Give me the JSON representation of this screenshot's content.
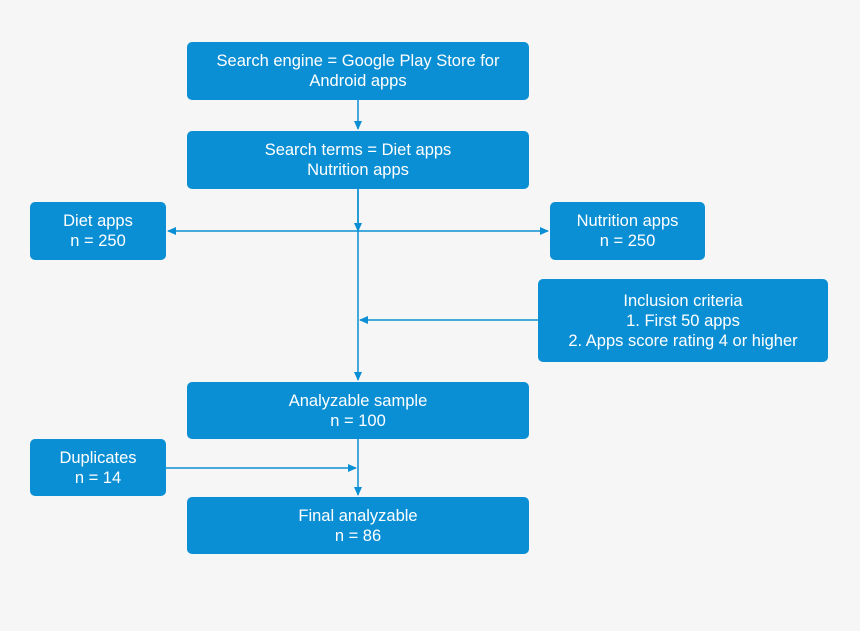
{
  "colors": {
    "background": "#f6f6f6",
    "box_fill": "#0b8fd4",
    "box_text": "#ffffff",
    "connector": "#0b8fd4"
  },
  "boxes": {
    "search_engine": {
      "line1": "Search engine = Google Play Store for",
      "line2": "Android apps"
    },
    "search_terms": {
      "line1": "Search terms = Diet apps",
      "line2": "Nutrition apps"
    },
    "diet_apps": {
      "line1": "Diet apps",
      "line2": "n = 250"
    },
    "nutrition_apps": {
      "line1": "Nutrition apps",
      "line2": "n = 250"
    },
    "inclusion": {
      "line1": "Inclusion criteria",
      "line2": "1. First 50 apps",
      "line3": "2. Apps score rating 4 or higher"
    },
    "analyzable": {
      "line1": "Analyzable sample",
      "line2": "n = 100"
    },
    "duplicates": {
      "line1": "Duplicates",
      "line2": "n = 14"
    },
    "final": {
      "line1": "Final analyzable",
      "line2": "n = 86"
    }
  }
}
